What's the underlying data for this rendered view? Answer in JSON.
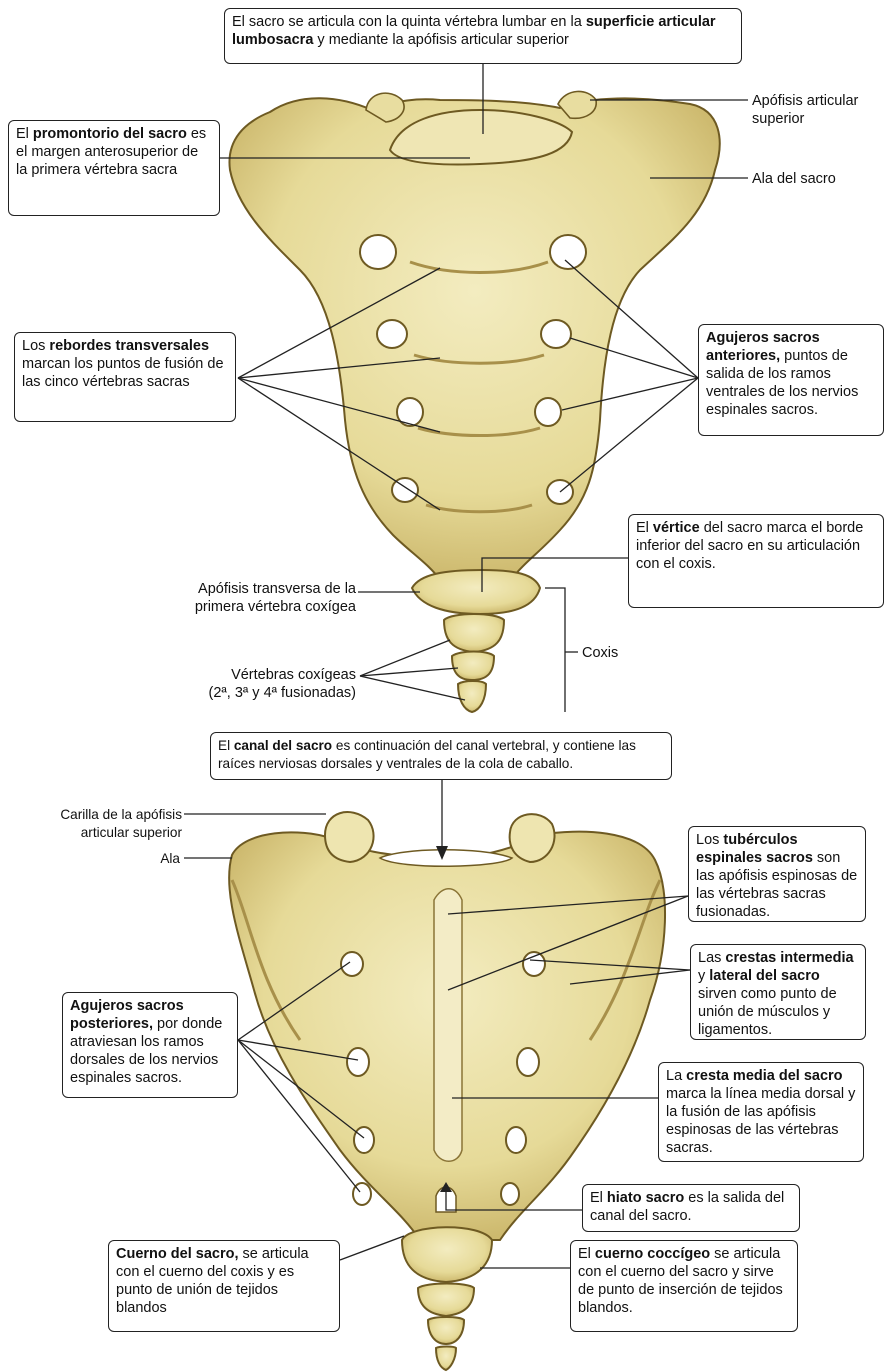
{
  "anterior": {
    "top_box": {
      "t1": "El sacro se articula con la quinta vértebra lumbar en la ",
      "b1": "superficie articular lumbosacra",
      "t2": " y mediante la apófisis articular superior"
    },
    "promontorio": {
      "t1": "El ",
      "b1": "promontorio del sacro",
      "t2": " es el margen anterosuperior de la primera vértebra sacra"
    },
    "apofisis_articular_superior": "Apófisis articular superior",
    "ala_del_sacro": "Ala del sacro",
    "rebordes": {
      "t1": "Los ",
      "b1": "rebordes transversales",
      "t2": " marcan los puntos de fusión de las cinco vértebras sacras"
    },
    "agujeros_anteriores": {
      "b1": "Agujeros sacros anteriores,",
      "t2": " puntos de salida de los ramos ventrales de los nervios espinales sacros."
    },
    "vertice": {
      "t1": "El ",
      "b1": "vértice",
      "t2": " del sacro marca el borde inferior del sacro en su articulación con el coxis."
    },
    "apofisis_transversa_1": "Apófisis transversa de la",
    "apofisis_transversa_2": "primera vértebra coxígea",
    "coxis": "Coxis",
    "vertebras_coxigeas_1": "Vértebras coxígeas",
    "vertebras_coxigeas_2": "(2ª, 3ª y 4ª fusionadas)"
  },
  "posterior": {
    "canal": {
      "t1": "El ",
      "b1": "canal del sacro",
      "t2": " es continuación del canal vertebral, y contiene las raíces nerviosas dorsales y ventrales de la cola de caballo."
    },
    "carilla_1": "Carilla de la apófisis",
    "carilla_2": "articular superior",
    "ala": "Ala",
    "tuberculos": {
      "t1": "Los ",
      "b1": "tubérculos espinales sacros",
      "t2": " son las apófisis espinosas de las vértebras sacras fusionadas."
    },
    "crestas": {
      "t1": "Las ",
      "b1": "crestas intermedia",
      "t2": " y ",
      "b2": "lateral del sacro",
      "t3": " sirven como punto de unión de músculos y ligamentos."
    },
    "agujeros_posteriores": {
      "b1": "Agujeros sacros posteriores,",
      "t2": " por donde atraviesan los ramos dorsales de los nervios espinales sacros."
    },
    "cresta_media": {
      "t1": "La ",
      "b1": "cresta media del sacro",
      "t2": " marca la línea media dorsal y la fusión de las apófisis espinosas de las vértebras sacras."
    },
    "hiato": {
      "t1": "El ",
      "b1": "hiato sacro",
      "t2": " es la salida del canal del sacro."
    },
    "cuerno_sacro": {
      "b1": "Cuerno del sacro,",
      "t2": " se articula con el cuerno del coxis y es punto de unión de tejidos blandos"
    },
    "cuerno_coccigeo": {
      "t1": "El ",
      "b1": "cuerno coccígeo",
      "t2": " se articula con el cuerno del sacro y sirve de punto de inserción de tejidos blandos."
    }
  },
  "colors": {
    "bone": "#ece3a8",
    "bone_shadow": "#c9b56a",
    "bone_outline": "#6e5a22",
    "hole": "#ffffff",
    "line": "#222222"
  }
}
